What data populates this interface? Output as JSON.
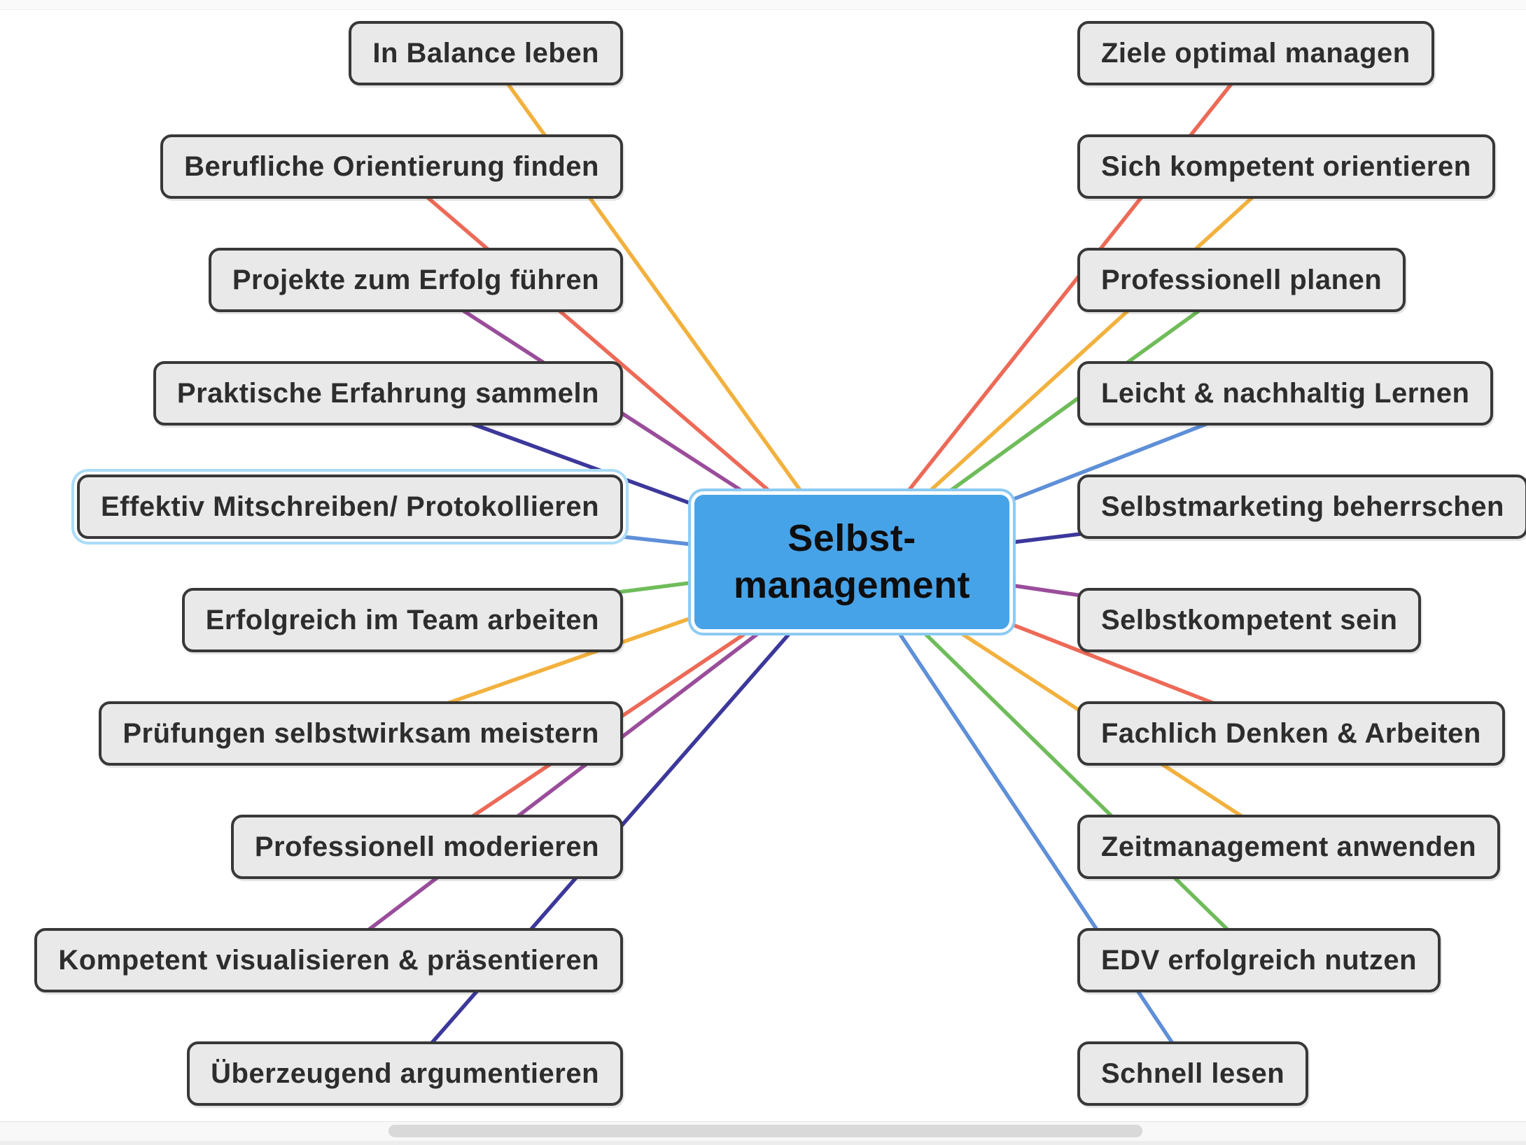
{
  "central_node": {
    "line1": "Selbst-",
    "line2": "management",
    "fill_color": "#47a3e8",
    "highlight_ring_color": "#8ccaf2"
  },
  "node_style": {
    "fill_color": "#e9e9e9",
    "border_color": "#383838",
    "text_color": "#2d2d2d",
    "selected_ring_color": "#abdcf6"
  },
  "left_nodes": [
    {
      "label": "In Balance leben",
      "line_color": "#f2b13e",
      "selected": false
    },
    {
      "label": "Berufliche Orientierung finden",
      "line_color": "#ec6a57",
      "selected": false
    },
    {
      "label": "Projekte zum Erfolg führen",
      "line_color": "#9a4d9a",
      "selected": false
    },
    {
      "label": "Praktische Erfahrung sammeln",
      "line_color": "#3c389b",
      "selected": false
    },
    {
      "label": "Effektiv Mitschreiben/ Protokollieren",
      "line_color": "#5e8fd8",
      "selected": true
    },
    {
      "label": "Erfolgreich im Team arbeiten",
      "line_color": "#6fbc5a",
      "selected": false
    },
    {
      "label": "Prüfungen selbstwirksam meistern",
      "line_color": "#f2b13e",
      "selected": false
    },
    {
      "label": "Professionell moderieren",
      "line_color": "#ec6a57",
      "selected": false
    },
    {
      "label": "Kompetent visualisieren & präsentieren",
      "line_color": "#9a4d9a",
      "selected": false
    },
    {
      "label": "Überzeugend argumentieren",
      "line_color": "#3c389b",
      "selected": false
    }
  ],
  "right_nodes": [
    {
      "label": "Ziele optimal managen",
      "line_color": "#ec6a57",
      "selected": false
    },
    {
      "label": "Sich kompetent orientieren",
      "line_color": "#f2b13e",
      "selected": false
    },
    {
      "label": "Professionell planen",
      "line_color": "#6fbc5a",
      "selected": false
    },
    {
      "label": "Leicht & nachhaltig Lernen",
      "line_color": "#5e8fd8",
      "selected": false
    },
    {
      "label": "Selbstmarketing beherrschen",
      "line_color": "#3c389b",
      "selected": false
    },
    {
      "label": "Selbstkompetent sein",
      "line_color": "#9a4d9a",
      "selected": false
    },
    {
      "label": "Fachlich Denken & Arbeiten",
      "line_color": "#ec6a57",
      "selected": false
    },
    {
      "label": "Zeitmanagement anwenden",
      "line_color": "#f2b13e",
      "selected": false
    },
    {
      "label": "EDV erfolgreich nutzen",
      "line_color": "#6fbc5a",
      "selected": false
    },
    {
      "label": "Schnell lesen",
      "line_color": "#5e8fd8",
      "selected": false
    }
  ]
}
